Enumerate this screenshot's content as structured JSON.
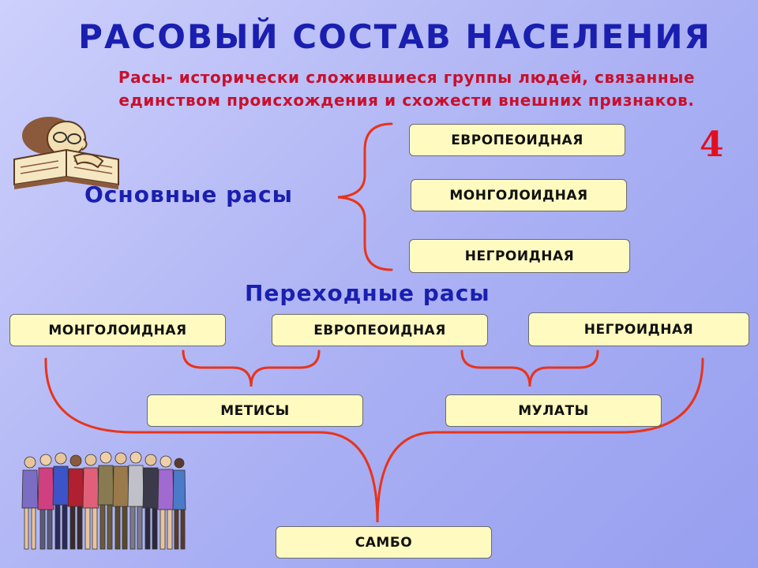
{
  "title": "РАСОВЫЙ СОСТАВ НАСЕЛЕНИЯ",
  "subtitle": {
    "line1": "Расы- исторически сложившиеся группы людей, связанные",
    "line2": "единством происхождения и схожести внешних признаков."
  },
  "slide_number": "4",
  "main_races": {
    "heading": "Основные расы",
    "items": [
      "ЕВРОПЕОИДНАЯ",
      "МОНГОЛОИДНАЯ",
      "НЕГРОИДНАЯ"
    ]
  },
  "transitional_races": {
    "heading": "Переходные расы",
    "parents": [
      "МОНГОЛОИДНАЯ",
      "ЕВРОПЕОИДНАЯ",
      "НЕГРОИДНАЯ"
    ],
    "mixes": [
      "МЕТИСЫ",
      "МУЛАТЫ"
    ],
    "all_mix": "САМБО"
  },
  "colors": {
    "title": "#1a1fb0",
    "definition": "#c8102e",
    "connector": "#e8341c",
    "box_fill": "#fffbc0"
  },
  "icons": [
    "scholar-reading-book-clipart",
    "people-group-clipart"
  ]
}
